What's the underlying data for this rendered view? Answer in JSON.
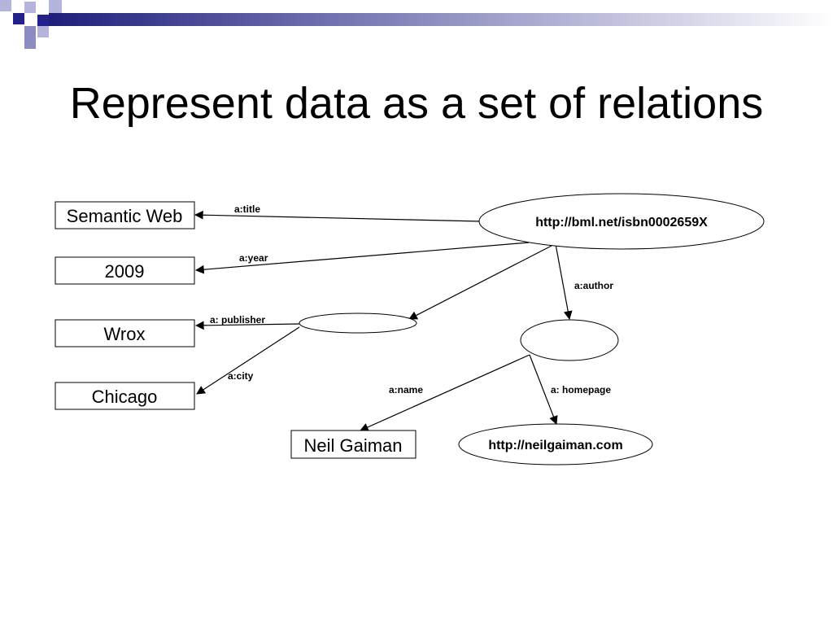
{
  "slide": {
    "title": "Represent data as a set of relations"
  },
  "nodes": {
    "semantic_web": "Semantic Web",
    "year": "2009",
    "wrox": "Wrox",
    "chicago": "Chicago",
    "neil_gaiman": "Neil Gaiman",
    "book_uri": "http://bml.net/isbn0002659X",
    "homepage_uri": "http://neilgaiman.com"
  },
  "edges": {
    "title": "a:title",
    "year": "a:year",
    "author": "a:author",
    "publisher": "a: publisher",
    "city": "a:city",
    "name": "a:name",
    "homepage": "a: homepage"
  },
  "colors": {
    "banner_dark": "#1f1f7a",
    "banner_mid": "#8c8cc0",
    "square_dark": "#22228a",
    "square_light": "#b4b4dc"
  }
}
